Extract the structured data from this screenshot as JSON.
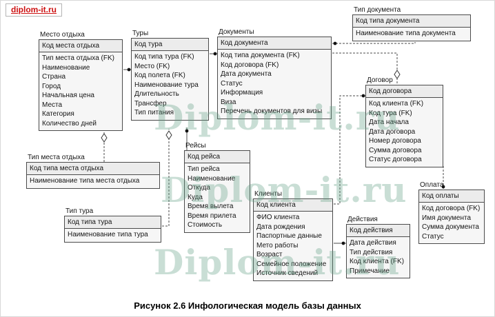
{
  "page": {
    "logo": "diplom-it.ru",
    "watermark": "Diplom-it.ru",
    "caption": "Рисунок 2.6 Инфологическая модель базы данных"
  },
  "entities": [
    {
      "title": "Место отдыха",
      "key": "Код места отдыха",
      "fields": [
        "Тип места отдыха (FK)",
        "Наименование",
        "Страна",
        "Город",
        "Начальная цена",
        "Места",
        "Категория",
        "Количество дней"
      ]
    },
    {
      "title": "Туры",
      "key": "Код тура",
      "fields": [
        "Код типа тура (FK)",
        "Место (FK)",
        "Код полета (FK)",
        "Наименование тура",
        "Длительность",
        "Трансфер",
        "Тип питания"
      ]
    },
    {
      "title": "Документы",
      "key": "Код документа",
      "fields": [
        "Код типа документа (FK)",
        "Код договора (FK)",
        "Дата документа",
        "Статус",
        "Информация",
        "Виза",
        "Перечень документов для визы"
      ]
    },
    {
      "title": "Тип документа",
      "key": "Код типа документа",
      "fields": [
        "Наименование типа документа"
      ]
    },
    {
      "title": "Договор",
      "key": "Код договора",
      "fields": [
        "Код клиента (FK)",
        "Код тура (FK)",
        "Дата начала",
        "Дата договора",
        "Номер договора",
        "Сумма договора",
        "Статус договора"
      ]
    },
    {
      "title": "Тип места отдыха",
      "key": "Код типа места отдыха",
      "fields": [
        "Наименование типа места отдыха"
      ]
    },
    {
      "title": "Рейсы",
      "key": "Код рейса",
      "fields": [
        "Тип рейса",
        "Наименование",
        "Откуда",
        "Куда",
        "Время вылета",
        "Время прилета",
        "Стоимость"
      ]
    },
    {
      "title": "Тип тура",
      "key": "Код типа тура",
      "fields": [
        "Наименование типа тура"
      ]
    },
    {
      "title": "Клиенты",
      "key": "Код клиента",
      "fields": [
        "ФИО клиента",
        "Дата рождения",
        "Паспортные данные",
        "Мето работы",
        "Возраст",
        "Семейное положение",
        "Источник сведений"
      ]
    },
    {
      "title": "Оплата",
      "key": "Код оплаты",
      "fields": [
        "Код договора (FK)",
        "Имя документа",
        "Сумма документа",
        "Статус"
      ]
    },
    {
      "title": "Действия",
      "key": "Код действия",
      "fields": [
        "Дата действия",
        "Тип действия",
        "Код клиента (FK)",
        "Примечание"
      ]
    }
  ]
}
